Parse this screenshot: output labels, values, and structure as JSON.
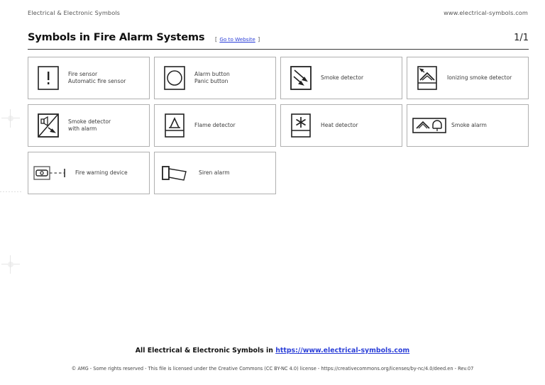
{
  "header": {
    "left_text": "Electrical & Electronic Symbols",
    "right_text": "www.electrical-symbols.com"
  },
  "title_row": {
    "title": "Symbols in Fire Alarm Systems",
    "bracket_open": "[",
    "link_label": "Go to Website",
    "bracket_close": "]",
    "page_number": "1/1"
  },
  "symbols": [
    {
      "icon": "fire-sensor",
      "line1": "Fire sensor",
      "line2": "Automatic fire sensor"
    },
    {
      "icon": "alarm-button",
      "line1": "Alarm button",
      "line2": "Panic button"
    },
    {
      "icon": "smoke-detector",
      "line1": "Smoke detector",
      "line2": ""
    },
    {
      "icon": "ionizing-smoke-detector",
      "line1": "Ionizing smoke detector",
      "line2": ""
    },
    {
      "icon": "smoke-detector-with-alarm",
      "line1": "Smoke detector",
      "line2": "with alarm"
    },
    {
      "icon": "flame-detector",
      "line1": "Flame detector",
      "line2": ""
    },
    {
      "icon": "heat-detector",
      "line1": "Heat detector",
      "line2": ""
    },
    {
      "icon": "smoke-alarm",
      "line1": "Smoke alarm",
      "line2": ""
    },
    {
      "icon": "fire-warning-device",
      "line1": "Fire warning device",
      "line2": ""
    },
    {
      "icon": "siren-alarm",
      "line1": "Siren alarm",
      "line2": ""
    }
  ],
  "footer": {
    "line1_prefix": "All Electrical & Electronic Symbols in ",
    "line1_link": "https://www.electrical-symbols.com",
    "line2": "© AMG - Some rights reserved - This file is licensed under the Creative Commons (CC BY-NC 4.0) license - https://creativecommons.org/licenses/by-nc/4.0/deed.en - Rev.07"
  },
  "colors": {
    "link": "#2b3fd8",
    "card_border": "#b0b0b0",
    "symbol_stroke": "#222222",
    "text": "#3b3b3b"
  }
}
